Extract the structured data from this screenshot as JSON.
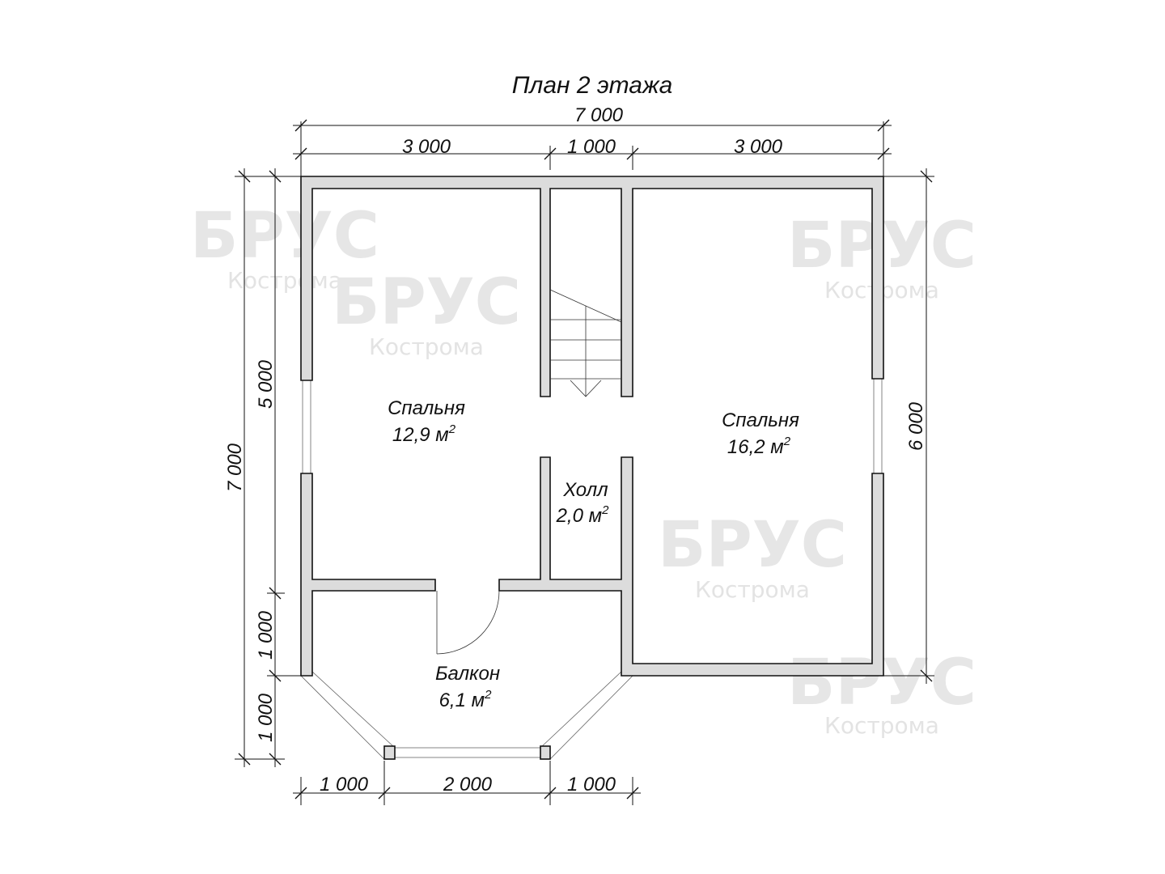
{
  "title": "План 2 этажа",
  "watermark": {
    "brand": "БРУС",
    "city": "Кострома"
  },
  "dimensions": {
    "top_total": "7 000",
    "top_segments": [
      "3 000",
      "1 000",
      "3 000"
    ],
    "left_total": "7 000",
    "left_segments": [
      "5 000",
      "1 000",
      "1 000"
    ],
    "right": "6 000",
    "bottom_segments": [
      "1 000",
      "2 000",
      "1 000"
    ]
  },
  "rooms": [
    {
      "name": "Спальня",
      "area": "12,9 м",
      "sup": "2"
    },
    {
      "name": "Спальня",
      "area": "16,2 м",
      "sup": "2"
    },
    {
      "name": "Холл",
      "area": "2,0 м",
      "sup": "2"
    },
    {
      "name": "Балкон",
      "area": "6,1 м",
      "sup": "2"
    }
  ]
}
